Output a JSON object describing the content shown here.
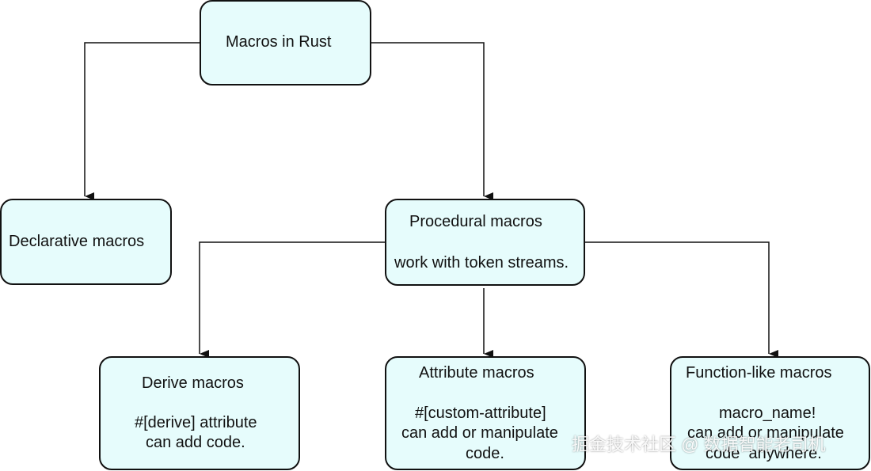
{
  "nodes": {
    "root": {
      "title": "Macros in Rust"
    },
    "declarative": {
      "title": "Declarative macros"
    },
    "procedural": {
      "title": "Procedural macros",
      "description": "work with token streams."
    },
    "derive": {
      "title": "Derive macros",
      "line1": "#[derive] attribute",
      "line2": "can add code."
    },
    "attribute": {
      "title": "Attribute macros",
      "line1": "#[custom-attribute]",
      "line2": "can add or manipulate",
      "line3": "code."
    },
    "function_like": {
      "title": "Function-like macros",
      "line1": "macro_name!",
      "line2": "can add or manipulate",
      "line3": "code  anywhere."
    }
  },
  "watermark": "掘金技术社区 @ 数据智能老司机",
  "colors": {
    "node_fill": "#e6fcfc",
    "stroke": "#111111"
  }
}
